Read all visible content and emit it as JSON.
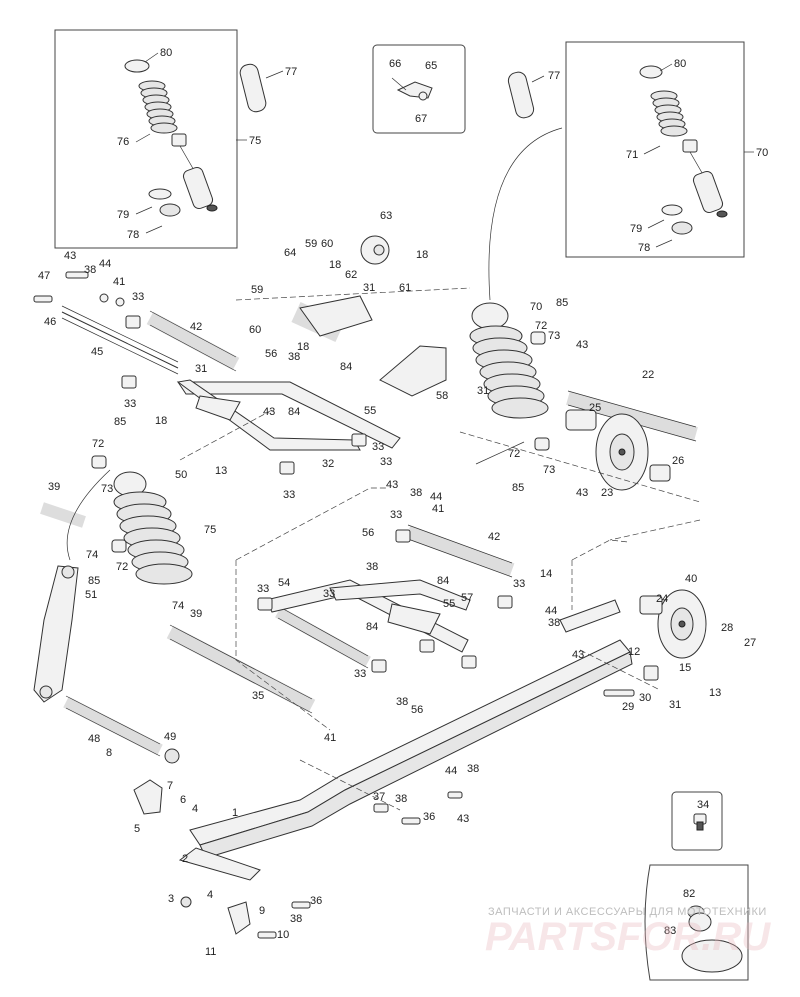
{
  "callouts": [
    "80",
    "77",
    "76",
    "75",
    "79",
    "78",
    "66",
    "65",
    "67",
    "77",
    "80",
    "71",
    "70",
    "79",
    "78",
    "63",
    "64",
    "59",
    "60",
    "18",
    "62",
    "18",
    "61",
    "31",
    "70",
    "85",
    "72",
    "73",
    "43",
    "43",
    "38",
    "44",
    "41",
    "33",
    "47",
    "46",
    "42",
    "45",
    "59",
    "60",
    "56",
    "38",
    "18",
    "84",
    "31",
    "33",
    "58",
    "55",
    "31",
    "22",
    "25",
    "72",
    "73",
    "85",
    "43",
    "23",
    "26",
    "18",
    "43",
    "84",
    "32",
    "33",
    "33",
    "72",
    "85",
    "50",
    "73",
    "13",
    "33",
    "39",
    "75",
    "74",
    "72",
    "85",
    "51",
    "39",
    "74",
    "43",
    "38",
    "44",
    "41",
    "33",
    "42",
    "56",
    "38",
    "57",
    "54",
    "33",
    "84",
    "55",
    "33",
    "33",
    "84",
    "38",
    "56",
    "33",
    "14",
    "44",
    "38",
    "43",
    "40",
    "24",
    "28",
    "27",
    "12",
    "15",
    "13",
    "30",
    "29",
    "31",
    "41",
    "35",
    "48",
    "49",
    "8",
    "7",
    "6",
    "4",
    "5",
    "1",
    "2",
    "3",
    "4",
    "9",
    "11",
    "10",
    "36",
    "38",
    "44",
    "38",
    "37",
    "38",
    "36",
    "43",
    "34",
    "82",
    "83"
  ],
  "watermark": {
    "tagline": "ЗАПЧАСТИ И АКСЕССУАРЫ ДЛЯ МОТОТЕХНИКИ",
    "logo": "PARTSFOR.RU",
    "color": "#e05566"
  }
}
